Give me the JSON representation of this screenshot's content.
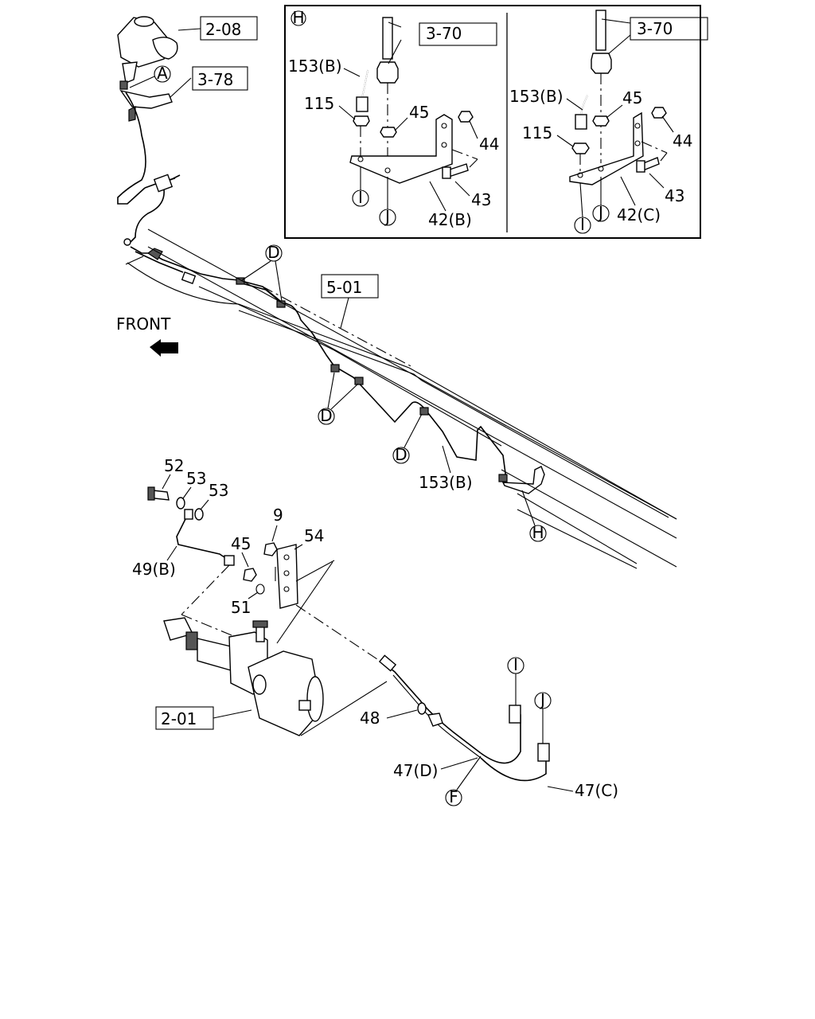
{
  "refs": {
    "r208": "2-08",
    "r378": "3-78",
    "r501": "5-01",
    "r201": "2-01",
    "r370a": "3-70",
    "r370b": "3-70"
  },
  "front_label": "FRONT",
  "inset_letter": "H",
  "callouts": {
    "A": "A",
    "D1": "D",
    "D2": "D",
    "D3": "D",
    "H": "H",
    "I": "I",
    "J": "J",
    "F": "F",
    "insetL_I": "I",
    "insetL_J": "J",
    "insetR_I": "I",
    "insetR_J": "J"
  },
  "parts": {
    "p153b_main": "153(B)",
    "p52": "52",
    "p53a": "53",
    "p53b": "53",
    "p9": "9",
    "p54": "54",
    "p45": "45",
    "p49b": "49(B)",
    "p51": "51",
    "p48": "48",
    "p47d": "47(D)",
    "p47c": "47(C)"
  },
  "insetL": {
    "p153b": "153(B)",
    "p115": "115",
    "p45": "45",
    "p44": "44",
    "p43": "43",
    "p42b": "42(B)"
  },
  "insetR": {
    "p153b": "153(B)",
    "p115": "115",
    "p45": "45",
    "p44": "44",
    "p43": "43",
    "p42c": "42(C)"
  }
}
